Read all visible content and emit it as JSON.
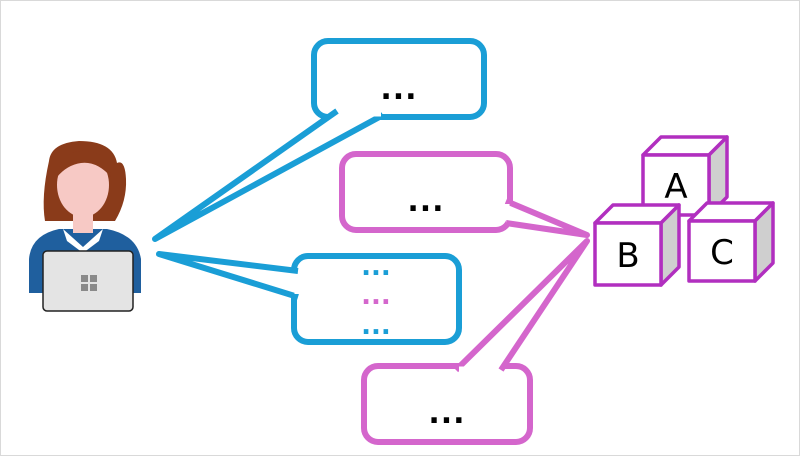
{
  "colors": {
    "user_bubble": "#1a9ed6",
    "model_bubble": "#d466cc",
    "block_outline": "#b12fbf",
    "block_side": "#cfcfcf",
    "hair": "#8a3b1a",
    "skin": "#f7c9c5",
    "shirt": "#1f5f9e",
    "laptop": "#e4e4e4"
  },
  "icons": {
    "person": "person-with-laptop-icon",
    "laptop_logo": "windows-logo-icon",
    "blocks": "abc-blocks-icon"
  },
  "bubbles": {
    "top": {
      "text": "..."
    },
    "middle": {
      "text": "..."
    },
    "multi": {
      "line1": "...",
      "line2": "...",
      "line3": "..."
    },
    "bottom": {
      "text": "..."
    }
  },
  "blocks": {
    "top_letter": "A",
    "left_letter": "B",
    "right_letter": "C"
  }
}
